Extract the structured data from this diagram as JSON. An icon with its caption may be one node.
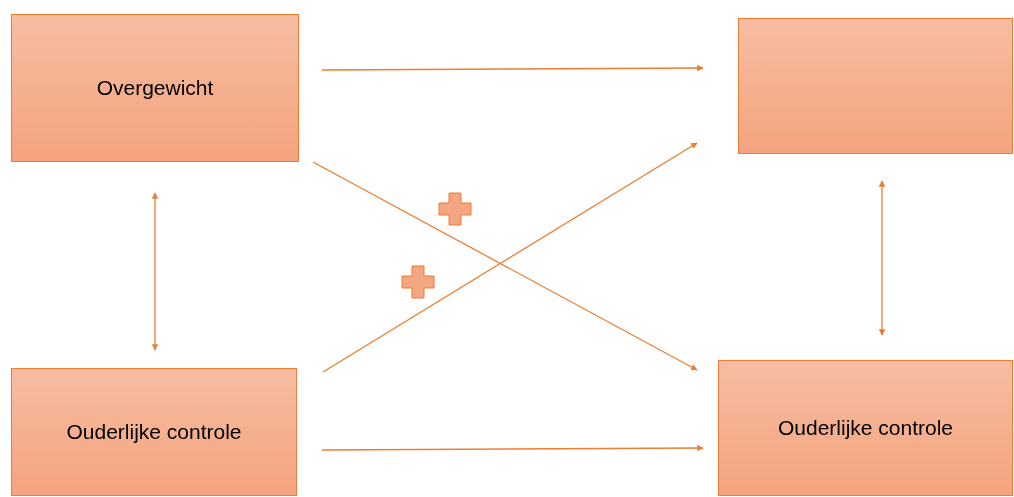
{
  "diagram": {
    "nodes": [
      {
        "text": [
          "Overgewicht"
        ]
      },
      {
        "text": [],
        "shape": "box"
      },
      {
        "text": [
          "Ouderlijke controle"
        ]
      },
      {
        "text": [
          "Ouderlijke controle"
        ]
      }
    ],
    "edges": [
      {
        "from": 0,
        "to": 1,
        "arrow": "to"
      },
      {
        "from": 0,
        "to": 3,
        "arrow": "to"
      },
      {
        "from": 2,
        "to": 1,
        "arrow": "to"
      },
      {
        "from": 2,
        "to": 3,
        "arrow": "to"
      },
      {
        "from": 0,
        "to": 2,
        "arrow": "both"
      },
      {
        "from": 1,
        "to": 3,
        "arrow": "both"
      }
    ]
  }
}
